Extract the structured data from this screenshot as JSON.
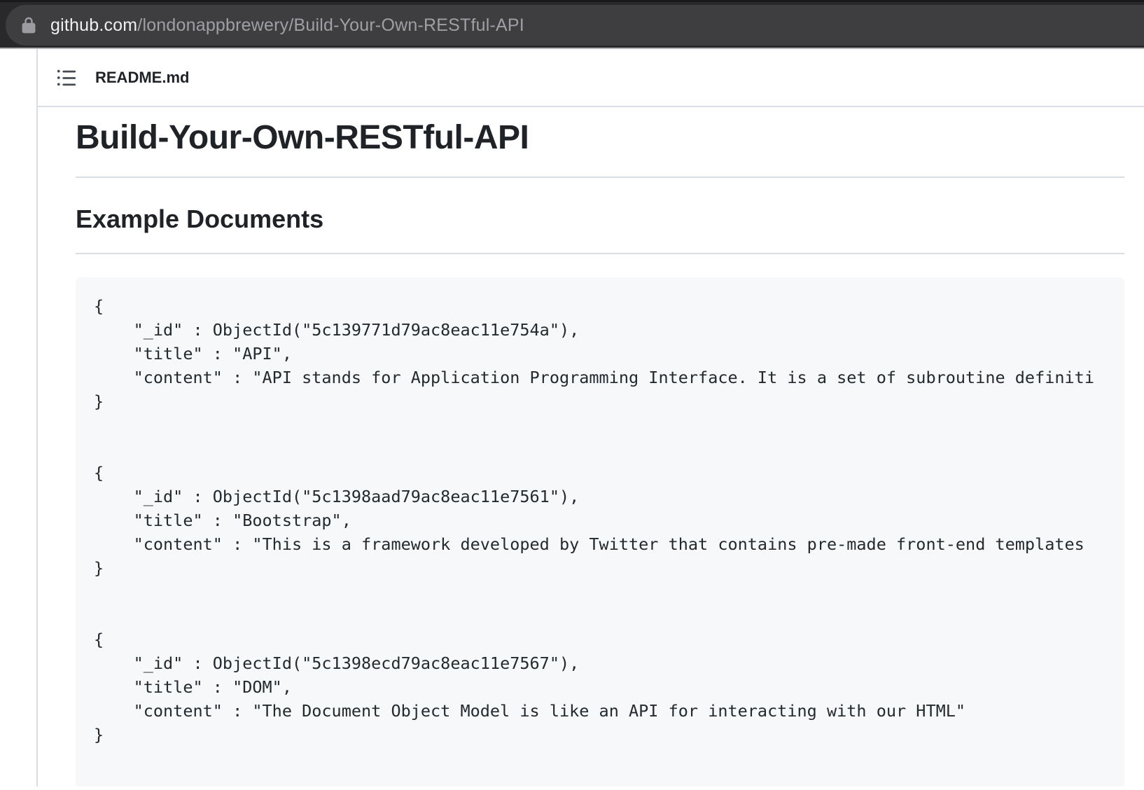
{
  "browser": {
    "url_host": "github.com",
    "url_path": "/londonappbrewery/Build-Your-Own-RESTful-API",
    "lock_icon": "padlock-icon",
    "colors": {
      "bar_bg": "#29292b",
      "pill_bg": "#3e3e40",
      "host_text": "#f0f0f1",
      "path_text": "#9fa0a4",
      "lock_gray": "#9b9ba0"
    }
  },
  "file_header": {
    "filename": "README.md",
    "toc_icon": "list-unordered-icon",
    "icon_color": "#464c53"
  },
  "readme": {
    "h1": "Build-Your-Own-RESTful-API",
    "h2": "Example Documents",
    "code_lines": [
      "{",
      "    \"_id\" : ObjectId(\"5c139771d79ac8eac11e754a\"),",
      "    \"title\" : \"API\",",
      "    \"content\" : \"API stands for Application Programming Interface. It is a set of subroutine definiti",
      "}",
      "",
      "",
      "{",
      "    \"_id\" : ObjectId(\"5c1398aad79ac8eac11e7561\"),",
      "    \"title\" : \"Bootstrap\",",
      "    \"content\" : \"This is a framework developed by Twitter that contains pre-made front-end templates",
      "}",
      "",
      "",
      "{",
      "    \"_id\" : ObjectId(\"5c1398ecd79ac8eac11e7567\"),",
      "    \"title\" : \"DOM\",",
      "    \"content\" : \"The Document Object Model is like an API for interacting with our HTML\"",
      "}"
    ],
    "colors": {
      "code_bg": "#f6f8fa",
      "code_text": "#24292e",
      "heading_text": "#1f2328",
      "rule_border": "#d8dee4"
    }
  }
}
